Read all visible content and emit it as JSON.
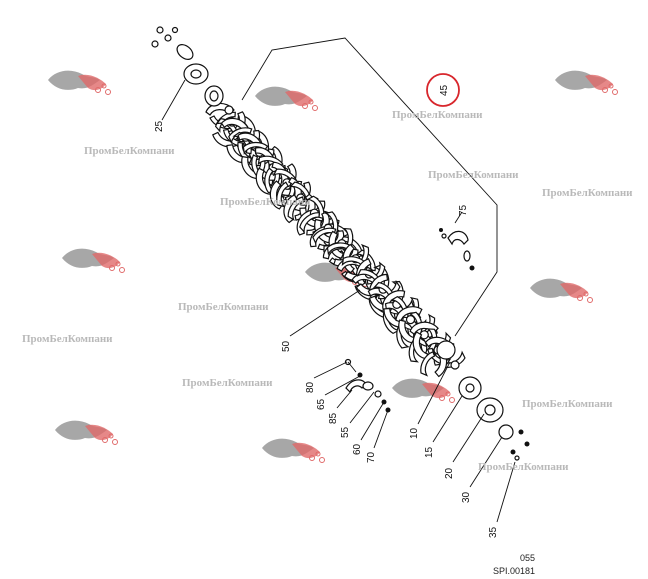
{
  "callouts": {
    "c25": "25",
    "c45": "45",
    "c75": "75",
    "c50": "50",
    "c80": "80",
    "c65": "65",
    "c85": "85",
    "c55": "55",
    "c60": "60",
    "c70": "70",
    "c10": "10",
    "c15": "15",
    "c20": "20",
    "c30": "30",
    "c35": "35"
  },
  "watermark": {
    "text": "ПромБелКомпани"
  },
  "footer": {
    "page": "055",
    "code": "SPI.00181"
  },
  "colors": {
    "highlight": "#d8262c",
    "watermark_text": "#b9b9b9",
    "logo_red": "#e06a6a",
    "logo_grey": "#8a8a8a"
  }
}
